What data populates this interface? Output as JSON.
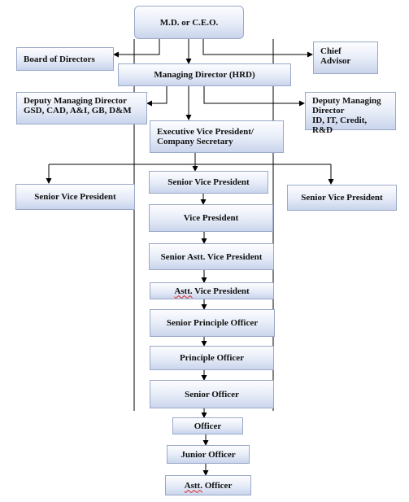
{
  "colors": {
    "line": "#000000",
    "box_border": "#9aa9c8",
    "box_fill_top": "#fdfdff",
    "box_fill_bottom": "#c9d4ec"
  },
  "nodes": {
    "ceo": "M.D. or C.E.O.",
    "board": "Board of Directors",
    "chief_advisor": "Chief\nAdvisor",
    "md_hrd": "Managing Director (HRD)",
    "dmd_left": "Deputy Managing Director\nGSD, CAD, A&I, GB, D&M",
    "dmd_right": "Deputy Managing\nDirector\nID, IT, Credit, R&D",
    "evp": "Executive Vice President/\nCompany Secretary",
    "svp_left": "Senior Vice President",
    "svp_center": "Senior Vice President",
    "svp_right": "Senior Vice President",
    "vp": "Vice President",
    "savp": "Senior Astt. Vice President",
    "avp_prefix": "Astt.",
    "avp_suffix": " Vice President",
    "spo": "Senior Principle Officer",
    "po": "Principle Officer",
    "so": "Senior Officer",
    "officer": "Officer",
    "jo": "Junior Officer",
    "ao_prefix": "Astt.",
    "ao_suffix": " Officer"
  }
}
